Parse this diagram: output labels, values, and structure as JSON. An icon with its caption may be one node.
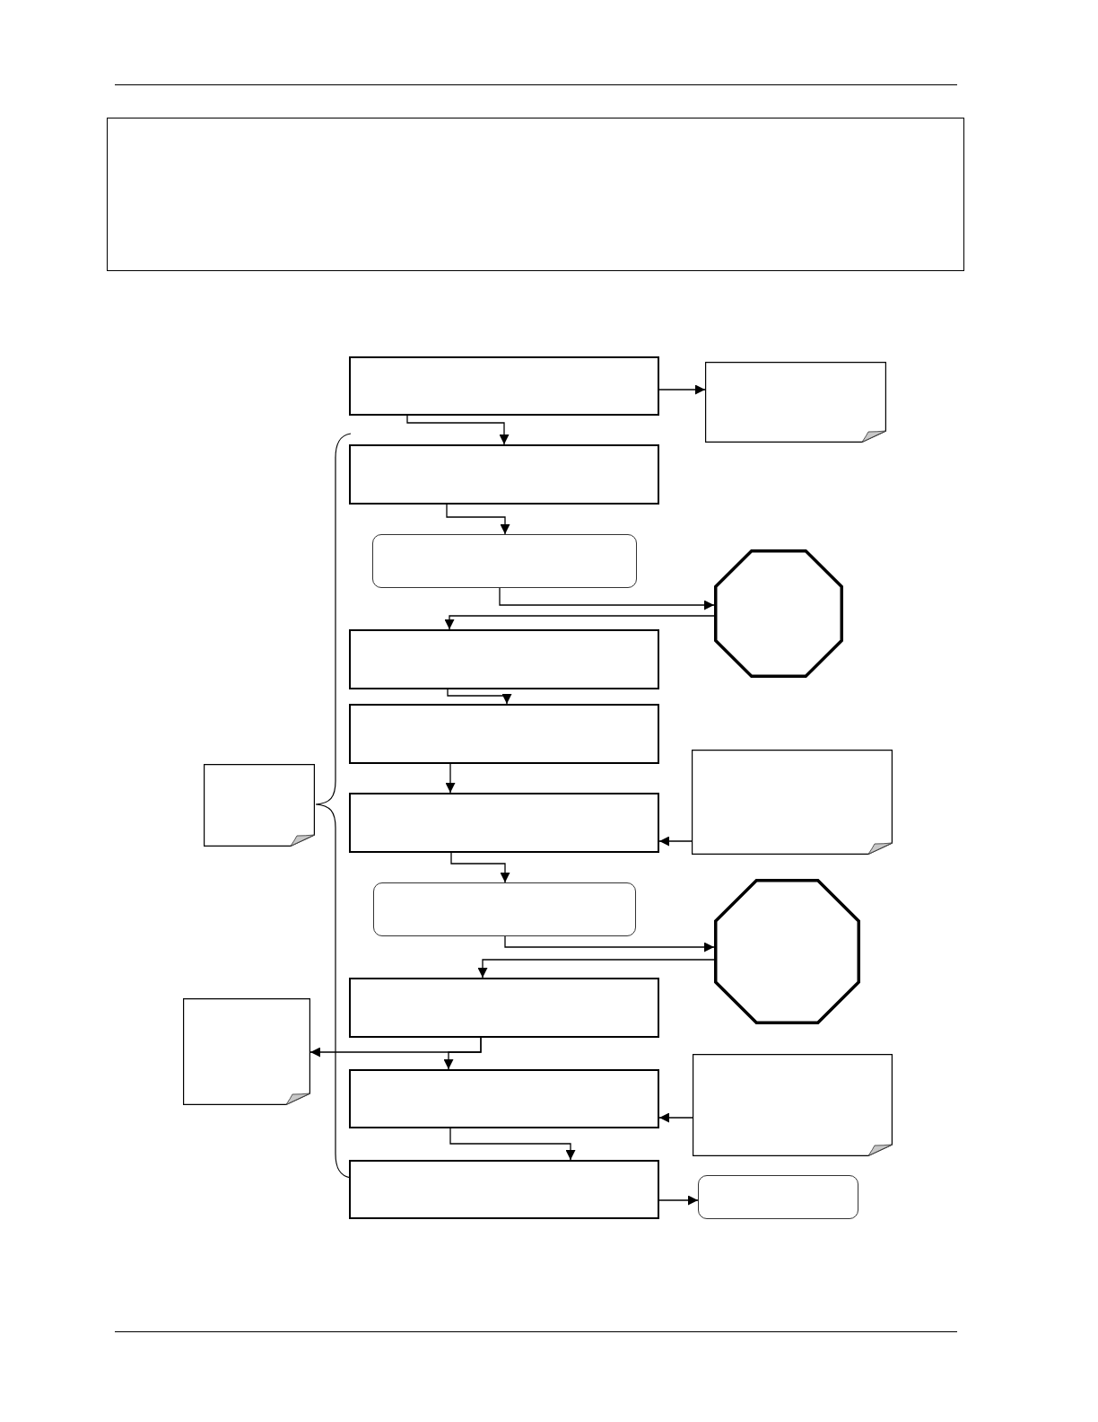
{
  "diagram": {
    "nodes": [
      {
        "text": [],
        "shape": "box"
      },
      {
        "text": [],
        "shape": "box"
      },
      {
        "text": [],
        "shape": "note"
      },
      {
        "text": [],
        "shape": "box"
      },
      {
        "text": [],
        "shape": "rounded"
      },
      {
        "text": [],
        "shape": "octagon"
      },
      {
        "text": [],
        "shape": "box"
      },
      {
        "text": [],
        "shape": "box"
      },
      {
        "text": [],
        "shape": "note"
      },
      {
        "text": [],
        "shape": "note"
      },
      {
        "text": [],
        "shape": "box"
      },
      {
        "text": [],
        "shape": "rounded"
      },
      {
        "text": [],
        "shape": "octagon"
      },
      {
        "text": [],
        "shape": "box"
      },
      {
        "text": [],
        "shape": "note"
      },
      {
        "text": [],
        "shape": "box"
      },
      {
        "text": [],
        "shape": "note"
      },
      {
        "text": [],
        "shape": "box"
      },
      {
        "text": [],
        "shape": "rounded"
      }
    ],
    "edges": [
      {
        "from": 1,
        "to": 2,
        "arrow": "to"
      },
      {
        "from": 1,
        "to": 3,
        "arrow": "to"
      },
      {
        "from": 3,
        "to": 4,
        "arrow": "to"
      },
      {
        "from": 4,
        "to": 5,
        "arrow": "to"
      },
      {
        "from": 5,
        "to": 6,
        "arrow": "to"
      },
      {
        "from": 6,
        "to": 7,
        "arrow": "to"
      },
      {
        "from": 7,
        "to": 10,
        "arrow": "to"
      },
      {
        "from": 8,
        "to": 10,
        "arrow": "to"
      },
      {
        "from": 10,
        "to": 11,
        "arrow": "to"
      },
      {
        "from": 11,
        "to": 12,
        "arrow": "to"
      },
      {
        "from": 12,
        "to": 13,
        "arrow": "to"
      },
      {
        "from": 13,
        "to": 14,
        "arrow": "to"
      },
      {
        "from": 13,
        "to": 15,
        "arrow": "to"
      },
      {
        "from": 16,
        "to": 15,
        "arrow": "to"
      },
      {
        "from": 15,
        "to": 17,
        "arrow": "to"
      },
      {
        "from": 17,
        "to": 18,
        "arrow": "to"
      }
    ]
  }
}
